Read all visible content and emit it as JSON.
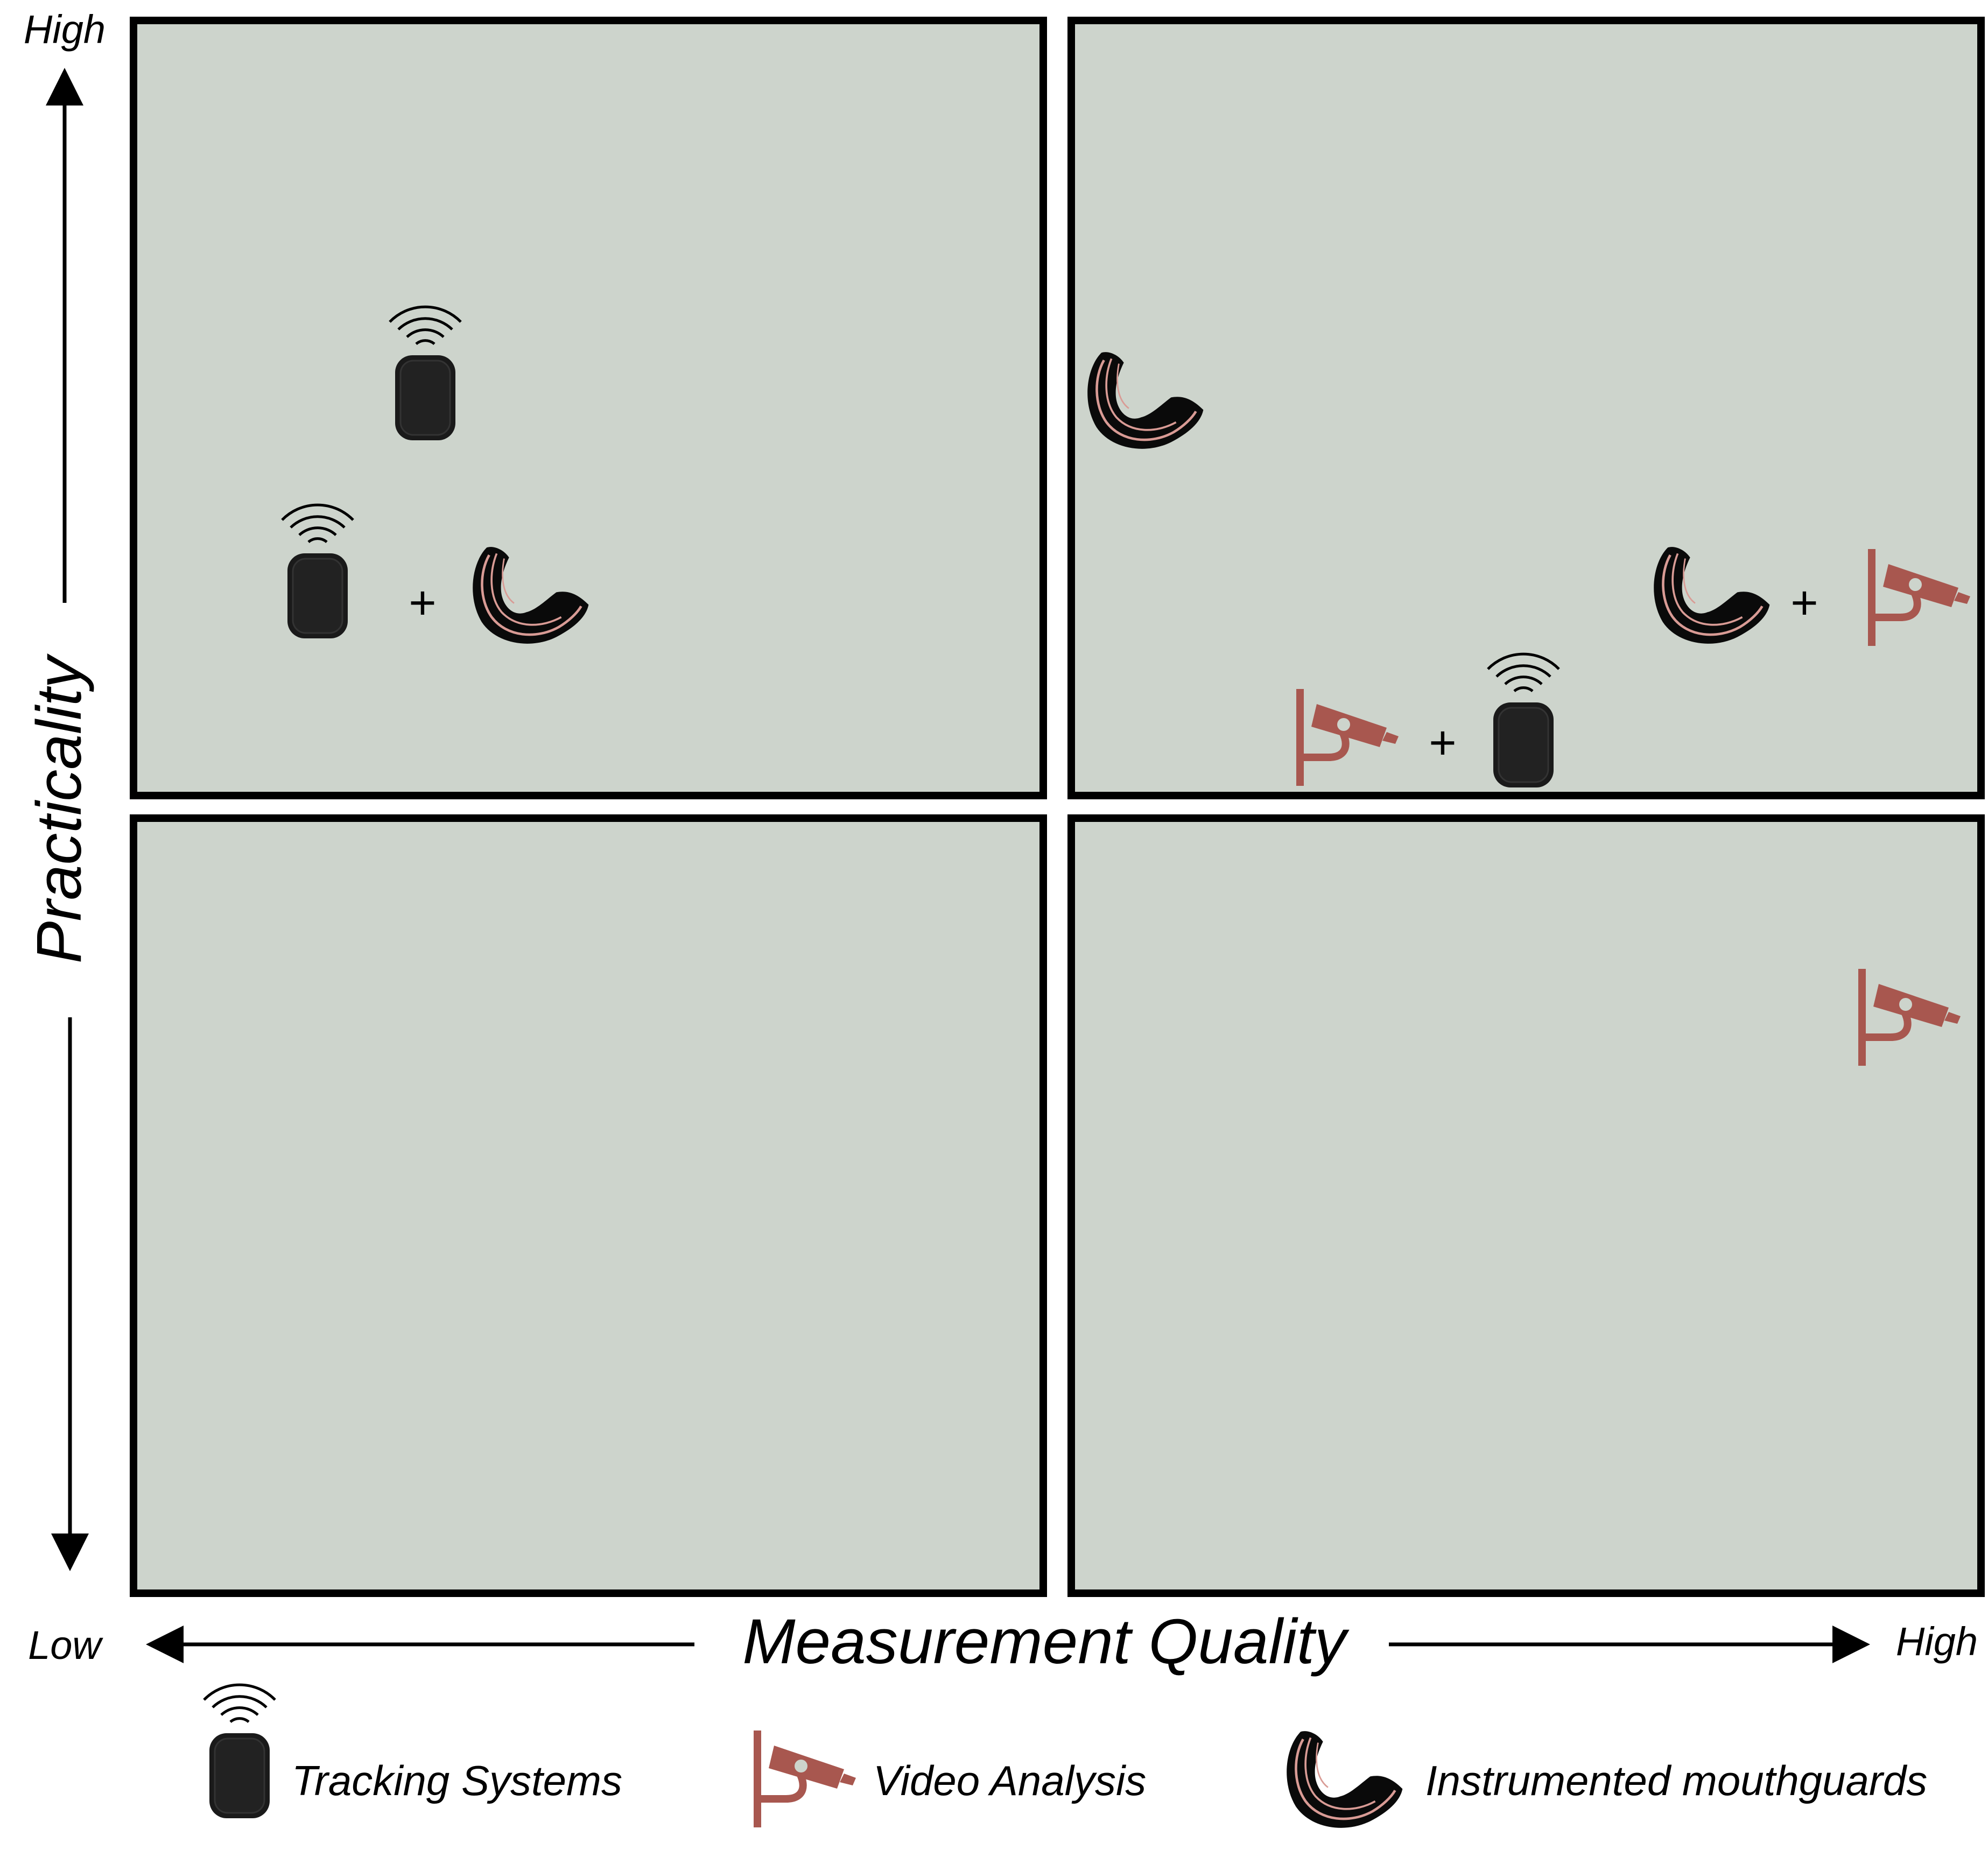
{
  "axes": {
    "y_label": "Practicality",
    "y_high": "High",
    "x_label": "Measurement Quality",
    "x_low": "Low",
    "x_high": "High"
  },
  "combo_sign": "+",
  "legend": {
    "tracking": "Tracking Systems",
    "video": "Video Analysis",
    "mouthguard": "Instrumented mouthguards"
  },
  "icon_names": {
    "tracking": "tracking-device-icon",
    "video": "camera-icon",
    "mouthguard": "mouthguard-icon"
  },
  "colors": {
    "quadrant_fill": "#cdd4cc",
    "border": "#000000",
    "camera": "#a8574f",
    "device": "#1a1a1a"
  }
}
